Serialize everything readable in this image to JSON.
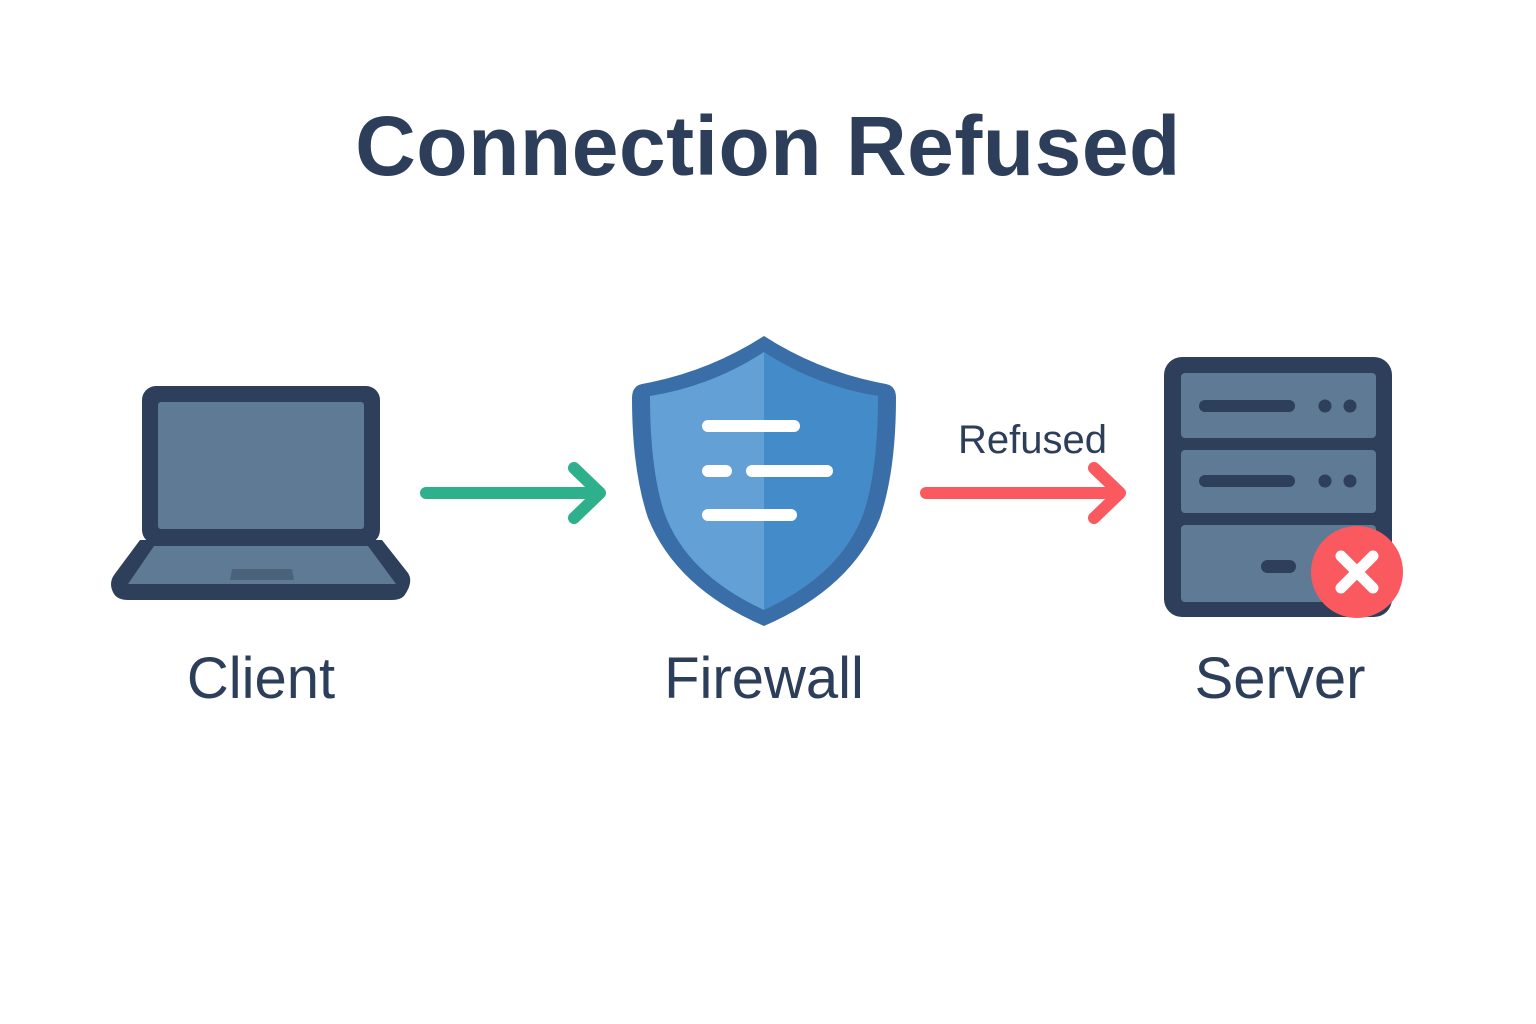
{
  "title": "Connection Refused",
  "nodes": [
    {
      "id": "client",
      "label": "Client",
      "icon": "laptop-icon"
    },
    {
      "id": "firewall",
      "label": "Firewall",
      "icon": "shield-icon"
    },
    {
      "id": "server",
      "label": "Server",
      "icon": "server-icon",
      "status_icon": "error-x-icon"
    }
  ],
  "edges": [
    {
      "from": "client",
      "to": "firewall",
      "label": "",
      "color": "#2fb08c",
      "status": "allowed"
    },
    {
      "from": "firewall",
      "to": "server",
      "label": "Refused",
      "color": "#fa5a5f",
      "status": "refused"
    }
  ],
  "colors": {
    "text": "#2c3e5a",
    "device_dark": "#2d3f5a",
    "device_fill": "#5f7a94",
    "shield_border": "#3a6ea8",
    "shield_light": "#62a0d6",
    "shield_dark": "#448bca",
    "error": "#fa5a5f"
  }
}
